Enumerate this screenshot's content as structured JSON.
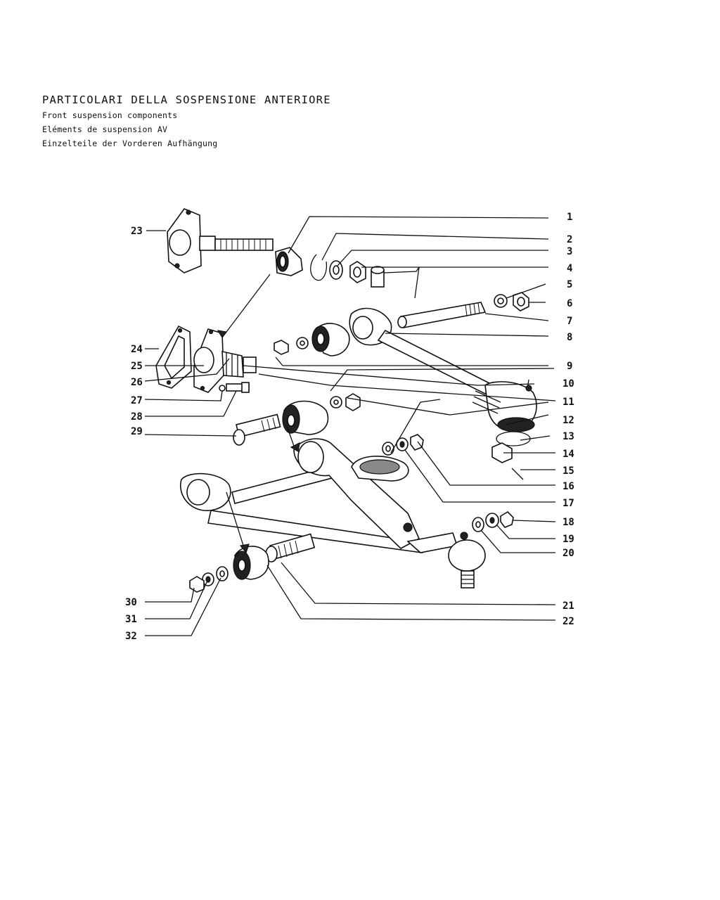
{
  "header": {
    "title_it": "PARTICOLARI DELLA SOSPENSIONE ANTERIORE",
    "title_en": "Front suspension components",
    "title_fr": "Eléments de suspension AV",
    "title_de": "Einzelteile der Vorderen Aufhängung"
  },
  "labels": {
    "p1": "1",
    "p2": "2",
    "p3": "3",
    "p4": "4",
    "p5": "5",
    "p6": "6",
    "p7": "7",
    "p8": "8",
    "p9": "9",
    "p10": "10",
    "p11": "11",
    "p12": "12",
    "p13": "13",
    "p14": "14",
    "p15": "15",
    "p16": "16",
    "p17": "17",
    "p18": "18",
    "p19": "19",
    "p20": "20",
    "p21": "21",
    "p22": "22",
    "p23": "23",
    "p24": "24",
    "p25": "25",
    "p26": "26",
    "p27": "27",
    "p28": "28",
    "p29": "29",
    "p30": "30",
    "p31": "31",
    "p32": "32"
  }
}
